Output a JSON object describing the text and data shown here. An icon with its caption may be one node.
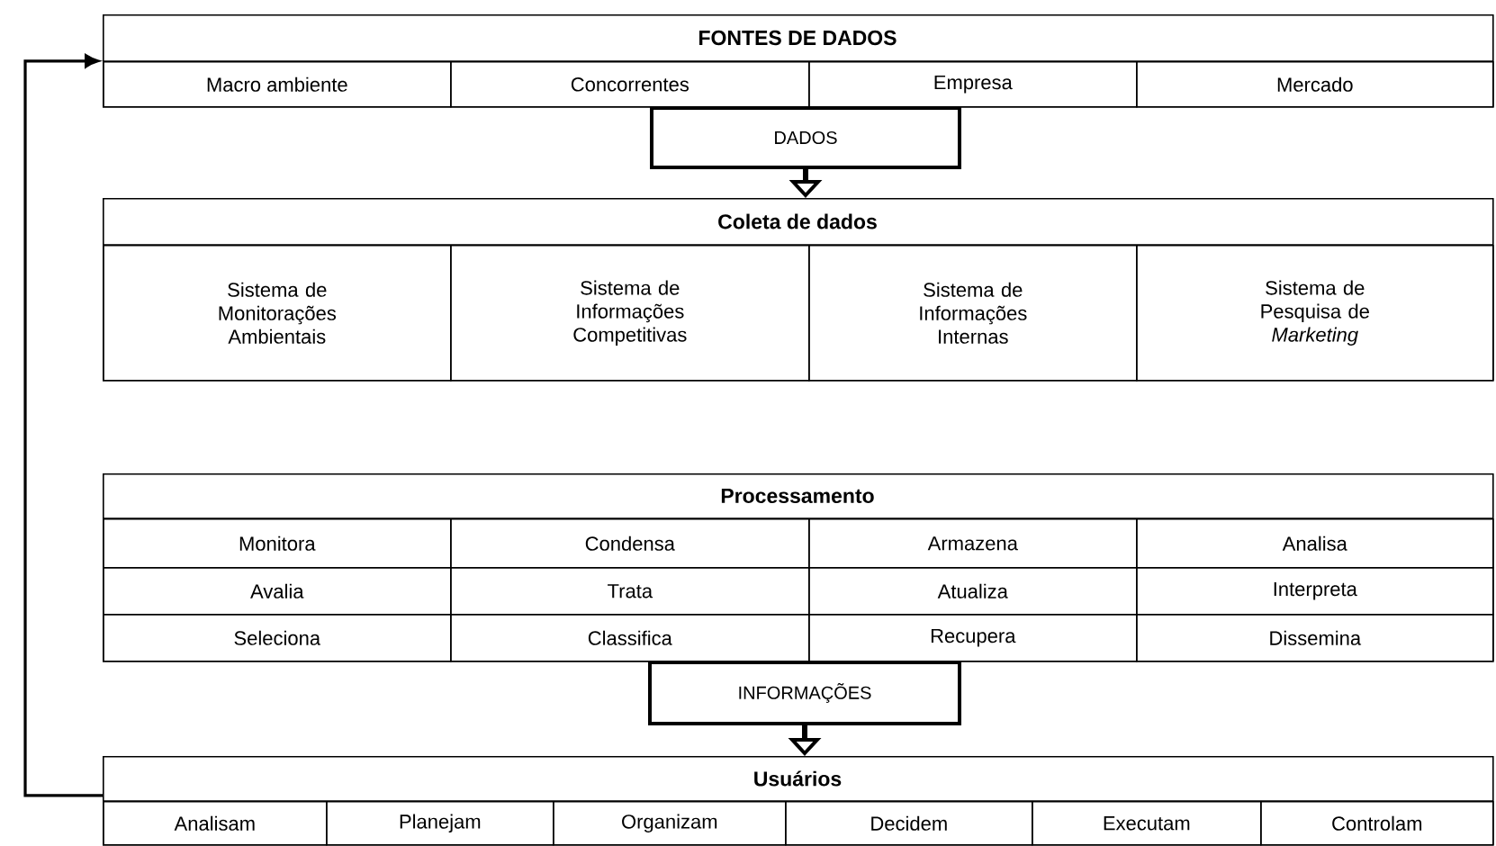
{
  "diagram": {
    "nodes": [
      {
        "text": [
          "FONTES DE DADOS"
        ]
      },
      {
        "text": [
          "Macro ambiente"
        ],
        "in": 0
      },
      {
        "text": [
          "Concorrentes"
        ],
        "in": 0
      },
      {
        "text": [
          "Empresa"
        ],
        "in": 0
      },
      {
        "text": [
          "Mercado"
        ],
        "in": 0
      },
      {
        "text": [
          "DADOS"
        ]
      },
      {
        "text": [
          "Coleta de dados"
        ]
      },
      {
        "text": [
          "Sistema de Monitorações Ambientais"
        ],
        "in": 6
      },
      {
        "text": [
          "Sistema de Informações Competitivas"
        ],
        "in": 6
      },
      {
        "text": [
          "Sistema de Informações Internas"
        ],
        "in": 6
      },
      {
        "text": [
          "Sistema de Pesquisa de *Marketing*"
        ],
        "in": 6
      },
      {
        "text": [
          "Processamento"
        ]
      },
      {
        "text": [
          "Monitora"
        ],
        "in": 11
      },
      {
        "text": [
          "Condensa"
        ],
        "in": 11
      },
      {
        "text": [
          "Armazena"
        ],
        "in": 11
      },
      {
        "text": [
          "Analisa"
        ],
        "in": 11
      },
      {
        "text": [
          "Avalia"
        ],
        "in": 11
      },
      {
        "text": [
          "Trata"
        ],
        "in": 11
      },
      {
        "text": [
          "Atualiza"
        ],
        "in": 11
      },
      {
        "text": [
          "Interpreta"
        ],
        "in": 11
      },
      {
        "text": [
          "Seleciona"
        ],
        "in": 11
      },
      {
        "text": [
          "Classifica"
        ],
        "in": 11
      },
      {
        "text": [
          "Recupera"
        ],
        "in": 11
      },
      {
        "text": [
          "Dissemina"
        ],
        "in": 11
      },
      {
        "text": [
          "INFORMAÇÕES"
        ]
      },
      {
        "text": [
          "Usuários"
        ]
      },
      {
        "text": [
          "Analisam"
        ],
        "in": 25
      },
      {
        "text": [
          "Planejam"
        ],
        "in": 25
      },
      {
        "text": [
          "Organizam"
        ],
        "in": 25
      },
      {
        "text": [
          "Decidem"
        ],
        "in": 25
      },
      {
        "text": [
          "Executam"
        ],
        "in": 25
      },
      {
        "text": [
          "Controlam"
        ],
        "in": 25
      }
    ],
    "edges": [
      {
        "from": 5,
        "to": 6,
        "arrow": "to"
      },
      {
        "from": 24,
        "to": 25,
        "arrow": "to"
      },
      {
        "from": 25,
        "to": 0,
        "arrow": "to"
      }
    ]
  }
}
